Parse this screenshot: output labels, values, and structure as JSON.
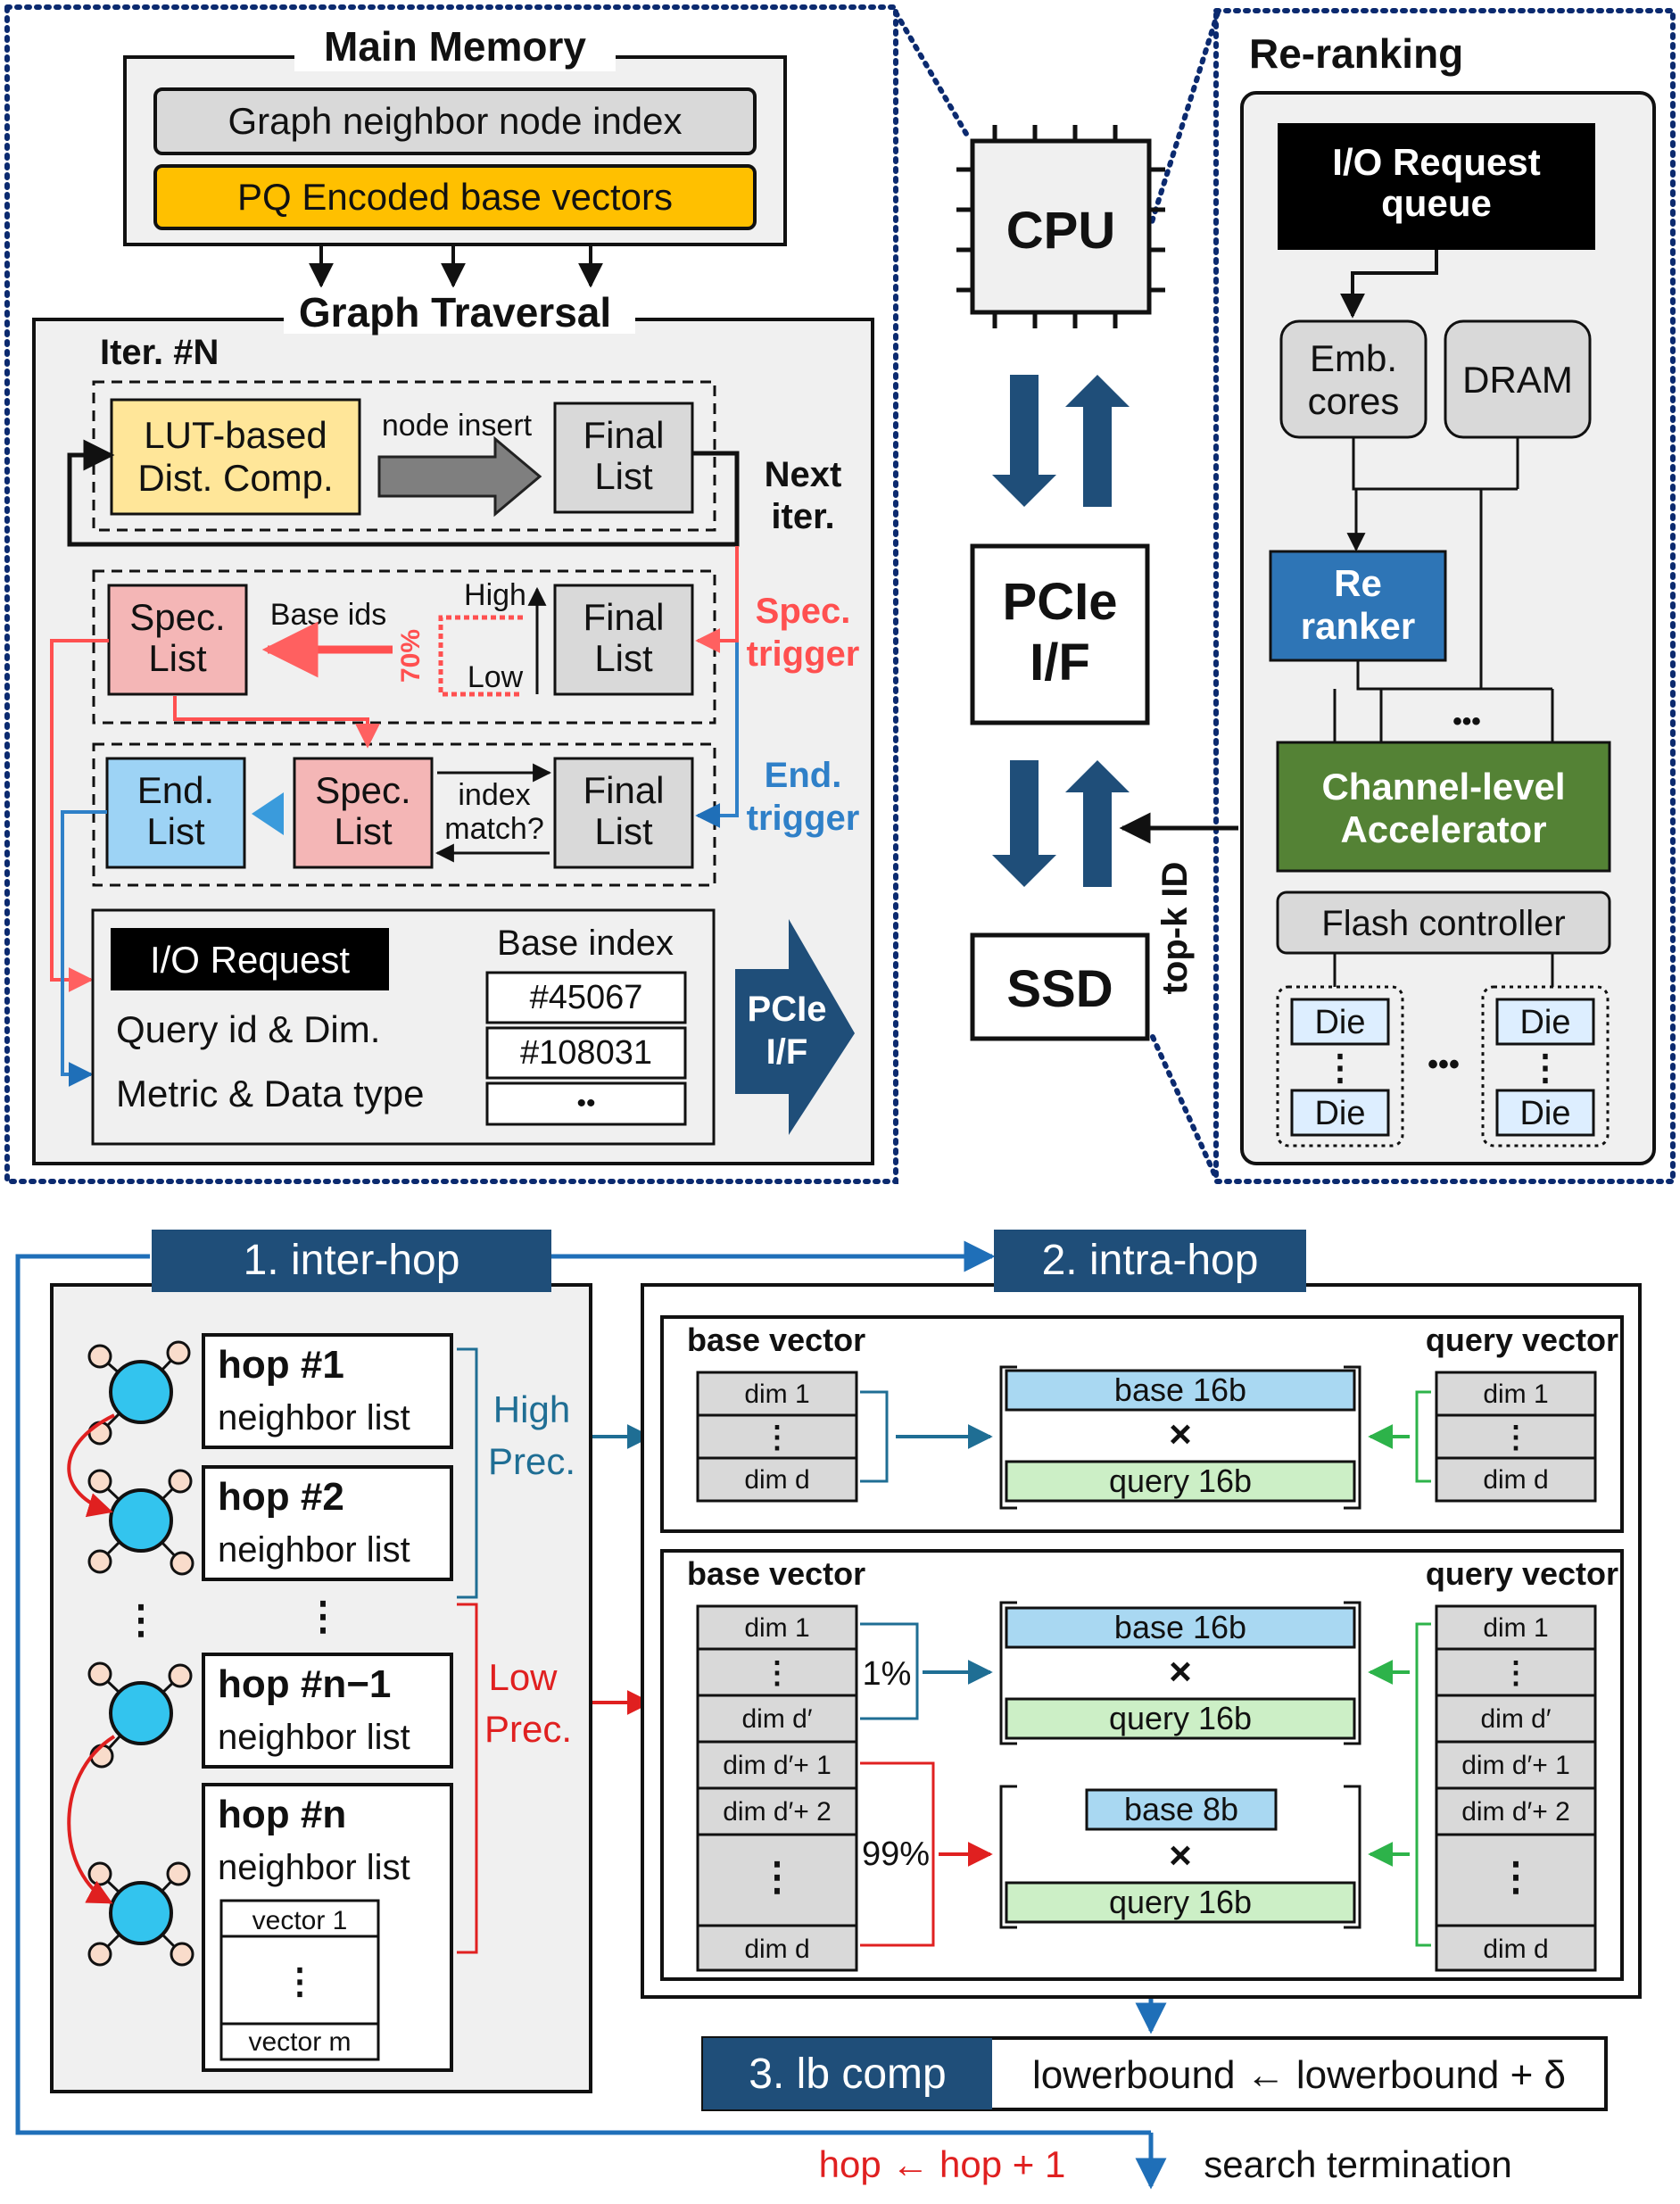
{
  "colors": {
    "navy": "#1f4e79",
    "dark_navy": "#0b2a6f",
    "pq_yellow": "#ffc000",
    "lut_yellow": "#ffe699",
    "spec_pink": "#f4b6b6",
    "end_blue": "#9dd3f5",
    "gray_fill": "#d9d9d9",
    "light_panel": "#f0f0f0",
    "reranker_blue": "#2e75b6",
    "accelerator_green": "#548235",
    "red": "#ff5050",
    "trigger_blue": "#2f80c8",
    "light_blue": "#a9d8f2",
    "light_green": "#ccefc6",
    "green_arrow": "#2db34a",
    "node_cyan": "#33c4ee",
    "leaf_peach": "#f9dccb"
  },
  "top": {
    "left_panel": {
      "main_memory_title": "Main Memory",
      "graph_index_label": "Graph neighbor node index",
      "pq_vectors_label": "PQ Encoded base vectors",
      "graph_traversal_title": "Graph Traversal",
      "iter_label": "Iter. #N",
      "lut_label_1": "LUT-based",
      "lut_label_2": "Dist. Comp.",
      "node_insert_label": "node insert",
      "final_list_1": "Final",
      "final_list_2": "List",
      "next_iter_1": "Next",
      "next_iter_2": "iter.",
      "spec_list_1": "Spec.",
      "spec_list_2": "List",
      "base_ids_label": "Base ids",
      "high_label": "High",
      "low_label": "Low",
      "percent_70": "70%",
      "spec_trigger_1": "Spec.",
      "spec_trigger_2": "trigger",
      "end_list_1": "End.",
      "end_list_2": "List",
      "index_match_1": "index",
      "index_match_2": "match?",
      "end_trigger_1": "End.",
      "end_trigger_2": "trigger",
      "io_request_label": "I/O Request",
      "query_id_dim": "Query id & Dim.",
      "metric_type": "Metric & Data type",
      "base_index_title": "Base index",
      "base_index_values": [
        "#45067",
        "#108031",
        "••"
      ],
      "pcie_arrow_1": "PCIe",
      "pcie_arrow_2": "I/F"
    },
    "middle": {
      "cpu_label": "CPU",
      "pcie_1": "PCIe",
      "pcie_2": "I/F",
      "ssd_label": "SSD",
      "topk_label": "top-k ID"
    },
    "right_panel": {
      "title": "Re-ranking",
      "io_queue_1": "I/O Request",
      "io_queue_2": "queue",
      "emb_cores_1": "Emb.",
      "emb_cores_2": "cores",
      "dram_label": "DRAM",
      "reranker_1": "Re",
      "reranker_2": "ranker",
      "dots": "•••",
      "accelerator_1": "Channel-level",
      "accelerator_2": "Accelerator",
      "flash_controller": "Flash controller",
      "die_label": "Die",
      "vdots": "⋮",
      "hdots": "•••"
    }
  },
  "bottom": {
    "inter_hop": {
      "title": "1. inter-hop",
      "hops": [
        {
          "title": "hop #1",
          "sub": "neighbor list"
        },
        {
          "title": "hop #2",
          "sub": "neighbor list"
        },
        {
          "title": "hop #n−1",
          "sub": "neighbor list"
        },
        {
          "title": "hop #n",
          "sub": "neighbor list"
        }
      ],
      "vector_1": "vector 1",
      "vector_m": "vector m",
      "high_prec_1": "High",
      "high_prec_2": "Prec.",
      "low_prec_1": "Low",
      "low_prec_2": "Prec."
    },
    "intra_hop": {
      "title": "2. intra-hop",
      "base_vector_label": "base vector",
      "query_vector_label": "query vector",
      "dim_1": "dim 1",
      "dim_d": "dim d",
      "dim_dprime": "dim d′",
      "dim_dprime_1": "dim d′+ 1",
      "dim_dprime_2": "dim d′+ 2",
      "base_16b": "base 16b",
      "base_8b": "base 8b",
      "query_16b": "query 16b",
      "times": "×",
      "percent_1": "1%",
      "percent_99": "99%"
    },
    "lb_comp": {
      "title": "3. lb comp",
      "formula": "lowerbound ← lowerbound + δ"
    },
    "hop_update": "hop ← hop + 1",
    "search_termination": "search termination"
  }
}
